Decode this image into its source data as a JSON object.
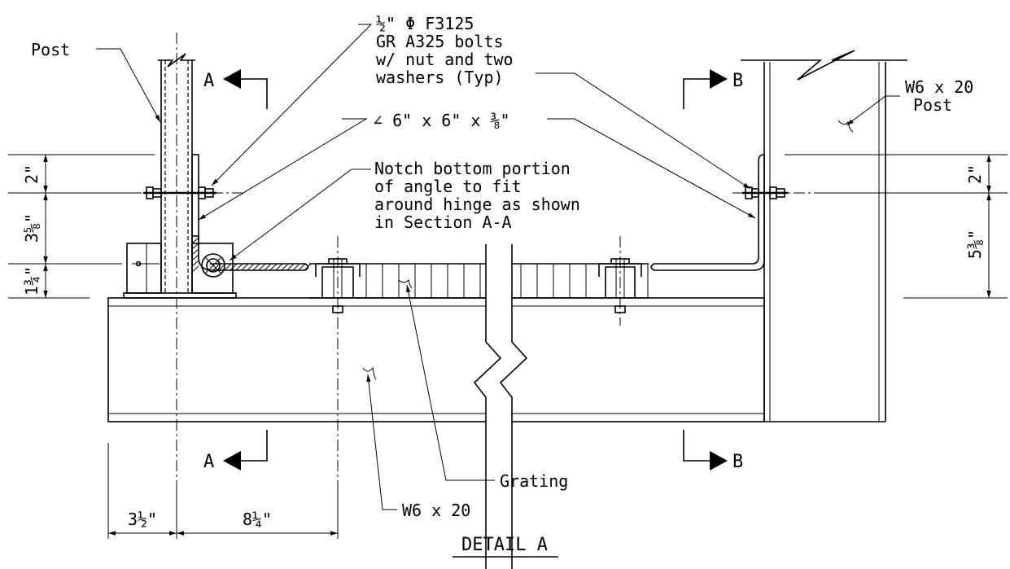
{
  "callouts": {
    "post_left": "Post",
    "bolts_line1": "½\" Φ F3125",
    "bolts_line2": "GR A325 bolts",
    "bolts_line3": "w/ nut and two",
    "bolts_line4": "washers (Typ)",
    "angle": "∠ 6\" x 6\" x ⅜\"",
    "notch_line1": "Notch bottom portion",
    "notch_line2": "of angle to fit",
    "notch_line3": "around hinge as shown",
    "notch_line4": "in Section A-A",
    "post_right_line1": "W6 x 20",
    "post_right_line2": "Post",
    "grating": "Grating",
    "beam": "W6 x 20"
  },
  "section_marks": {
    "a_top": "A",
    "a_bottom": "A",
    "b_top": "B",
    "b_bottom": "B"
  },
  "dimensions": {
    "left_2": "2\"",
    "left_3_5_8": "3⅝\"",
    "left_1_3_4": "1¾\"",
    "right_2": "2\"",
    "right_5_3_8": "5⅜\"",
    "bottom_3_1_2": "3½\"",
    "bottom_8_1_4": "8¼\""
  },
  "title": "DETAIL A"
}
